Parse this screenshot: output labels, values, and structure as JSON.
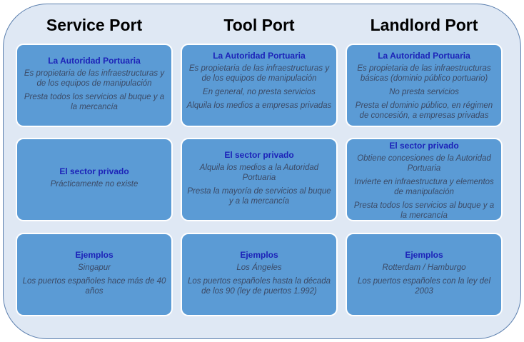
{
  "columns": [
    {
      "title": "Service Port",
      "cards": [
        {
          "heading": "La Autoridad Portuaria",
          "lines": [
            "Es propietaria de las infraestructuras y de los equipos de manipulación",
            "Presta todos los servicios al buque y a la mercancía"
          ]
        },
        {
          "heading": "El sector privado",
          "lines": [
            "Prácticamente no existe"
          ]
        },
        {
          "heading": "Ejemplos",
          "lines": [
            "Singapur",
            "Los puertos españoles hace más de 40 años"
          ]
        }
      ]
    },
    {
      "title": "Tool Port",
      "cards": [
        {
          "heading": "La Autoridad Portuaria",
          "lines": [
            "Es propietaria de las infraestructuras y de los equipos de manipulación",
            "En general, no presta servicios",
            "Alquila los medios a empresas privadas"
          ]
        },
        {
          "heading": "El sector privado",
          "lines": [
            "Alquila los medios a la Autoridad Portuaria",
            "Presta la mayoría de servicios al buque y a la mercancía"
          ]
        },
        {
          "heading": "Ejemplos",
          "lines": [
            "Los Ángeles",
            "Los puertos españoles hasta la década de los 90 (ley de puertos 1.992)"
          ]
        }
      ]
    },
    {
      "title": "Landlord Port",
      "cards": [
        {
          "heading": "La Autoridad Portuaria",
          "lines": [
            "Es propietaria de las infraestructuras básicas (dominio público portuario)",
            "No presta servicios",
            "Presta el dominio público, en régimen de concesión, a empresas privadas"
          ]
        },
        {
          "heading": "El sector privado",
          "lines": [
            "Obtiene concesiones de la Autoridad Portuaria",
            "Invierte en infraestructura y elementos de manipulación",
            "Presta todos los servicios al buque y a la mercancía"
          ]
        },
        {
          "heading": "Ejemplos",
          "lines": [
            "Rotterdam / Hamburgo",
            "Los puertos españoles con la ley del 2003"
          ]
        }
      ]
    }
  ]
}
